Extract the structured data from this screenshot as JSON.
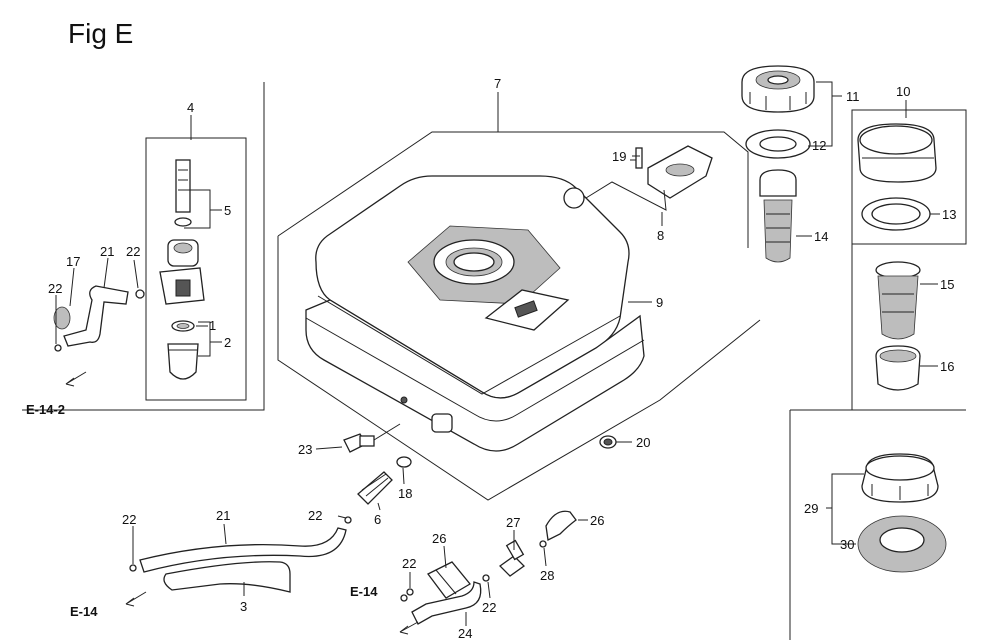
{
  "figure_title": "Fig E",
  "callouts": {
    "c1": "1",
    "c2": "2",
    "c3": "3",
    "c4": "4",
    "c5": "5",
    "c6": "6",
    "c7": "7",
    "c8": "8",
    "c9": "9",
    "c10": "10",
    "c11": "11",
    "c12": "12",
    "c13": "13",
    "c14": "14",
    "c15": "15",
    "c16": "16",
    "c17": "17",
    "c18": "18",
    "c19": "19",
    "c20": "20",
    "c21a": "21",
    "c21b": "21",
    "c22a": "22",
    "c22b": "22",
    "c22c": "22",
    "c22d": "22",
    "c22e": "22",
    "c22f": "22",
    "c23": "23",
    "c24": "24",
    "c26a": "26",
    "c26b": "26",
    "c27": "27",
    "c28": "28",
    "c29": "29",
    "c30": "30"
  },
  "references": {
    "e14_2": "E-14-2",
    "e14_left": "E-14",
    "e14_mid": "E-14"
  }
}
